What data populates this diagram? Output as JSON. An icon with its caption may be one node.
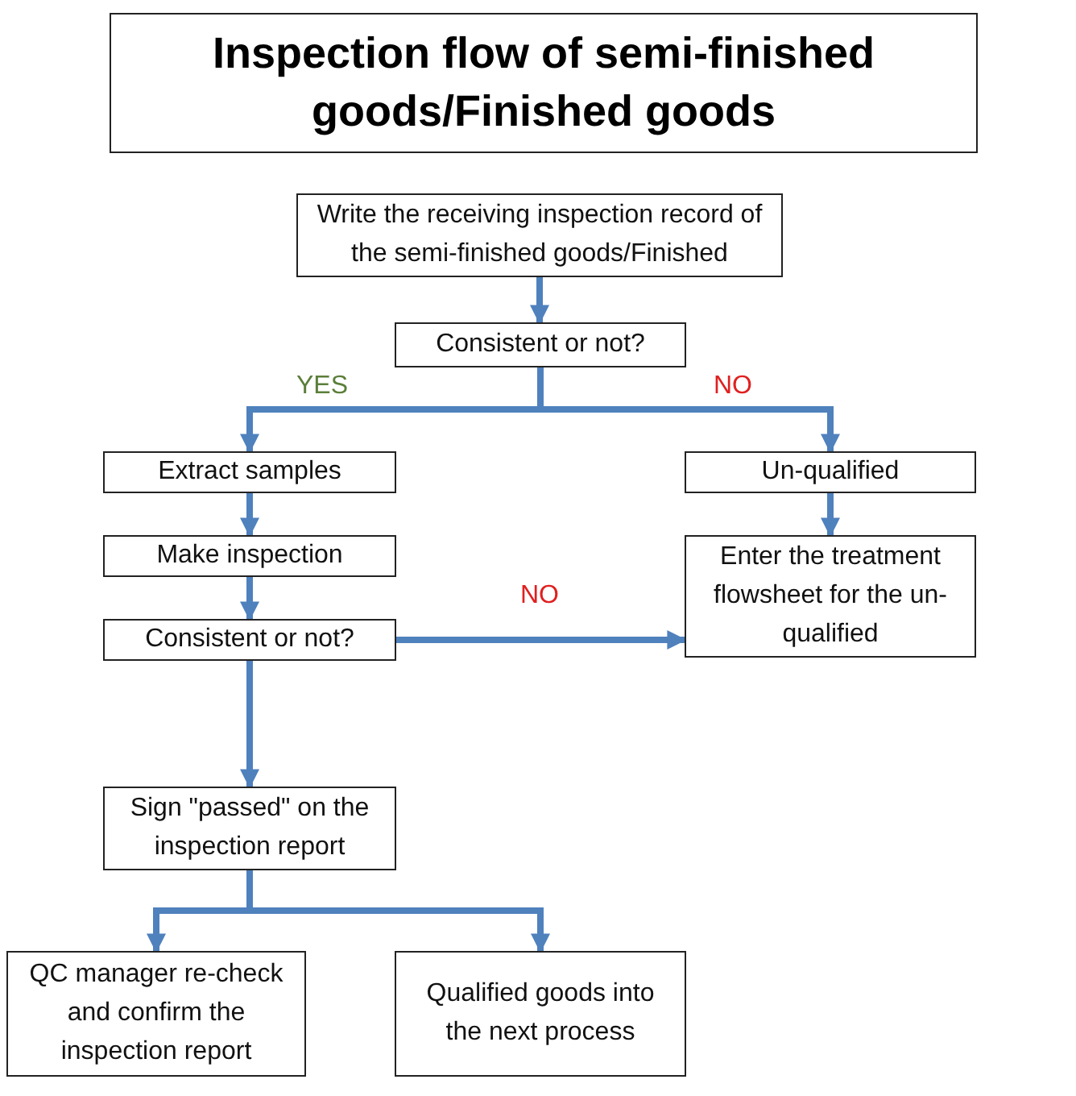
{
  "diagram": {
    "title": "Inspection flow of semi-finished goods/Finished goods",
    "nodes": [
      {
        "text": [
          "Write the receiving inspection record of the semi-finished goods/Finished"
        ]
      },
      {
        "text": [
          "Consistent or not?"
        ]
      },
      {
        "text": [
          "Extract samples"
        ]
      },
      {
        "text": [
          "Un-qualified"
        ]
      },
      {
        "text": [
          "Make inspection"
        ]
      },
      {
        "text": [
          "Enter the treatment flowsheet for the un-qualified"
        ]
      },
      {
        "text": [
          "Consistent or not?"
        ]
      },
      {
        "text": [
          "Sign \"passed\" on the inspection report"
        ]
      },
      {
        "text": [
          "QC manager re-check and confirm the inspection report"
        ]
      },
      {
        "text": [
          "Qualified goods into the next process"
        ]
      }
    ],
    "edges": [
      {
        "from": 0,
        "to": 1,
        "arrow": "to"
      },
      {
        "from": 1,
        "to": 2,
        "arrow": "to",
        "label": "YES"
      },
      {
        "from": 1,
        "to": 3,
        "arrow": "to",
        "label": "NO"
      },
      {
        "from": 2,
        "to": 4,
        "arrow": "to"
      },
      {
        "from": 3,
        "to": 5,
        "arrow": "to"
      },
      {
        "from": 4,
        "to": 6,
        "arrow": "to"
      },
      {
        "from": 6,
        "to": 5,
        "arrow": "to",
        "label": "NO"
      },
      {
        "from": 6,
        "to": 7,
        "arrow": "to"
      },
      {
        "from": 7,
        "to": 8,
        "arrow": "to"
      },
      {
        "from": 7,
        "to": 9,
        "arrow": "to"
      }
    ]
  }
}
